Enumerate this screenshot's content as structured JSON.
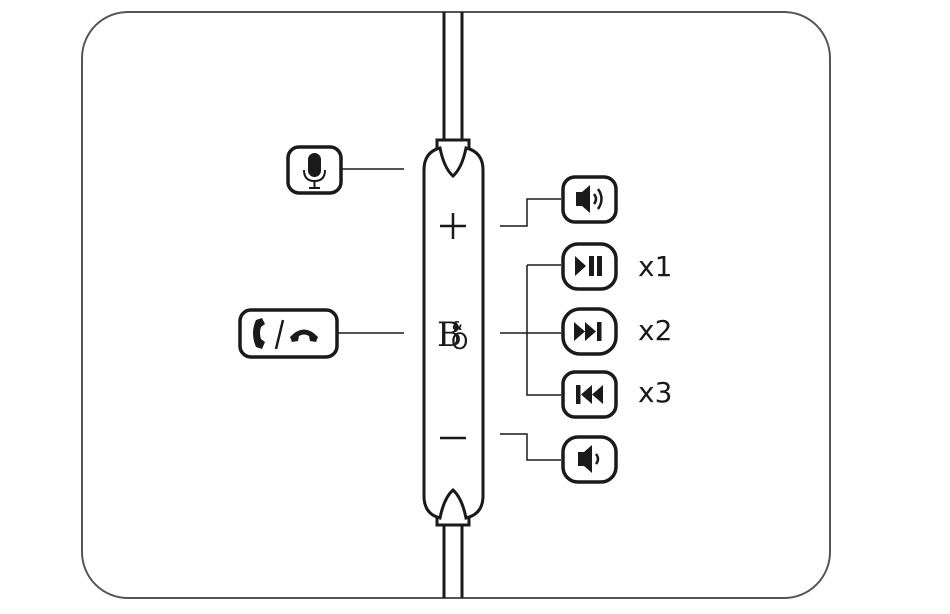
{
  "remote": {
    "logo": {
      "b": "B",
      "amp": "&",
      "o": "O"
    },
    "plus_symbol": "+",
    "minus_symbol": "—"
  },
  "press_counts": {
    "single": "x1",
    "double": "x2",
    "triple": "x3"
  },
  "icons": {
    "microphone": "microphone-icon",
    "call": "call-answer-end-icon",
    "volume_up": "volume-up-icon",
    "play_pause": "play-pause-icon",
    "next_track": "next-track-icon",
    "previous_track": "previous-track-icon",
    "volume_down": "volume-down-icon"
  },
  "colors": {
    "stroke": "#1a1a1a",
    "frame": "#555555",
    "background": "#ffffff"
  }
}
